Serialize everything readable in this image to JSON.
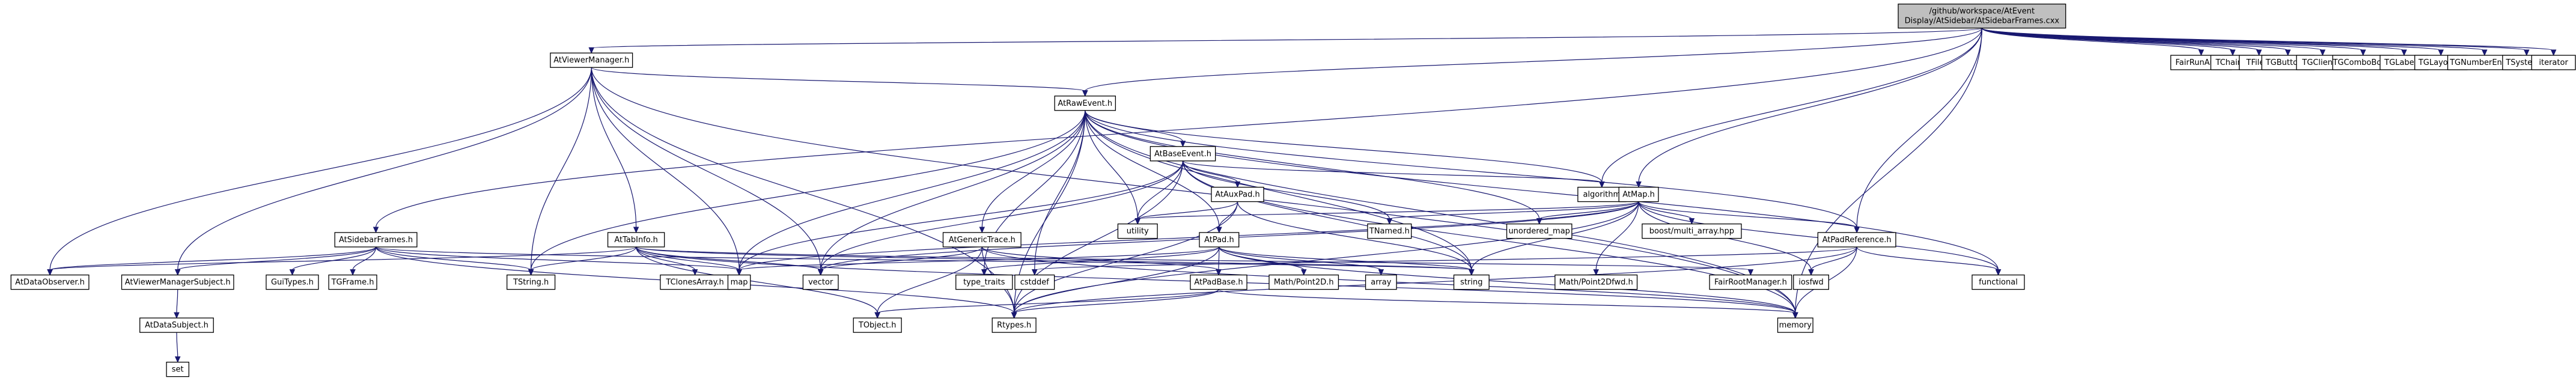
{
  "colors": {
    "edge": "#191970",
    "node_border": "#000000",
    "node_fill": "#ffffff",
    "root_fill": "#bfbfbf",
    "leaf_border": "#bfbfbf",
    "text": "#000000"
  },
  "nodes": {
    "root": {
      "lines": [
        "/github/workspace/AtEvent",
        "Display/AtSidebar/AtSidebarFrames.cxx"
      ],
      "kind": "root"
    },
    "AtViewerManager_h": {
      "lines": [
        "AtViewerManager.h"
      ],
      "kind": "doc"
    },
    "FairRunAna_h": {
      "lines": [
        "FairRunAna.h"
      ],
      "kind": "leaf"
    },
    "TChain_h": {
      "lines": [
        "TChain.h"
      ],
      "kind": "leaf"
    },
    "TFile_h": {
      "lines": [
        "TFile.h"
      ],
      "kind": "leaf"
    },
    "TGButton_h": {
      "lines": [
        "TGButton.h"
      ],
      "kind": "leaf"
    },
    "TGClient_h": {
      "lines": [
        "TGClient.h"
      ],
      "kind": "leaf"
    },
    "TGComboBox_h": {
      "lines": [
        "TGComboBox.h"
      ],
      "kind": "leaf"
    },
    "TGLabel_h": {
      "lines": [
        "TGLabel.h"
      ],
      "kind": "leaf"
    },
    "TGLayout_h": {
      "lines": [
        "TGLayout.h"
      ],
      "kind": "leaf"
    },
    "TGNumberEntry_h": {
      "lines": [
        "TGNumberEntry.h"
      ],
      "kind": "leaf"
    },
    "TSystem_h": {
      "lines": [
        "TSystem.h"
      ],
      "kind": "leaf"
    },
    "iterator": {
      "lines": [
        "iterator"
      ],
      "kind": "leaf"
    },
    "AtRawEvent_h": {
      "lines": [
        "AtRawEvent.h"
      ],
      "kind": "doc"
    },
    "AtBaseEvent_h": {
      "lines": [
        "AtBaseEvent.h"
      ],
      "kind": "doc"
    },
    "algorithm": {
      "lines": [
        "algorithm"
      ],
      "kind": "leaf"
    },
    "AtMap_h": {
      "lines": [
        "AtMap.h"
      ],
      "kind": "doc"
    },
    "AtAuxPad_h": {
      "lines": [
        "AtAuxPad.h"
      ],
      "kind": "doc"
    },
    "utility": {
      "lines": [
        "utility"
      ],
      "kind": "leaf"
    },
    "TNamed_h": {
      "lines": [
        "TNamed.h"
      ],
      "kind": "leaf"
    },
    "unordered_map": {
      "lines": [
        "unordered_map"
      ],
      "kind": "leaf"
    },
    "boost_multi_array_hpp": {
      "lines": [
        "boost/multi_array.hpp"
      ],
      "kind": "leaf"
    },
    "AtSidebarFrames_h": {
      "lines": [
        "AtSidebarFrames.h"
      ],
      "kind": "doc"
    },
    "AtTabInfo_h": {
      "lines": [
        "AtTabInfo.h"
      ],
      "kind": "doc"
    },
    "AtGenericTrace_h": {
      "lines": [
        "AtGenericTrace.h"
      ],
      "kind": "doc"
    },
    "AtPad_h": {
      "lines": [
        "AtPad.h"
      ],
      "kind": "doc"
    },
    "AtPadReference_h": {
      "lines": [
        "AtPadReference.h"
      ],
      "kind": "doc"
    },
    "AtDataObserver_h": {
      "lines": [
        "AtDataObserver.h"
      ],
      "kind": "doc"
    },
    "AtViewerManagerSubject_h": {
      "lines": [
        "AtViewerManagerSubject.h"
      ],
      "kind": "doc"
    },
    "GuiTypes_h": {
      "lines": [
        "GuiTypes.h"
      ],
      "kind": "leaf"
    },
    "TGFrame_h": {
      "lines": [
        "TGFrame.h"
      ],
      "kind": "leaf"
    },
    "TString_h": {
      "lines": [
        "TString.h"
      ],
      "kind": "leaf"
    },
    "TClonesArray_h": {
      "lines": [
        "TClonesArray.h"
      ],
      "kind": "leaf"
    },
    "map": {
      "lines": [
        "map"
      ],
      "kind": "leaf"
    },
    "vector": {
      "lines": [
        "vector"
      ],
      "kind": "leaf"
    },
    "type_traits": {
      "lines": [
        "type_traits"
      ],
      "kind": "leaf"
    },
    "cstddef": {
      "lines": [
        "cstddef"
      ],
      "kind": "leaf"
    },
    "AtPadBase_h": {
      "lines": [
        "AtPadBase.h"
      ],
      "kind": "doc"
    },
    "Math_Point2D_h": {
      "lines": [
        "Math/Point2D.h"
      ],
      "kind": "leaf"
    },
    "array": {
      "lines": [
        "array"
      ],
      "kind": "leaf"
    },
    "string": {
      "lines": [
        "string"
      ],
      "kind": "leaf"
    },
    "Math_Point2Dfwd_h": {
      "lines": [
        "Math/Point2Dfwd.h"
      ],
      "kind": "leaf"
    },
    "FairRootManager_h": {
      "lines": [
        "FairRootManager.h"
      ],
      "kind": "leaf"
    },
    "iosfwd": {
      "lines": [
        "iosfwd"
      ],
      "kind": "leaf"
    },
    "functional": {
      "lines": [
        "functional"
      ],
      "kind": "leaf"
    },
    "AtDataSubject_h": {
      "lines": [
        "AtDataSubject.h"
      ],
      "kind": "doc"
    },
    "TObject_h": {
      "lines": [
        "TObject.h"
      ],
      "kind": "leaf"
    },
    "Rtypes_h": {
      "lines": [
        "Rtypes.h"
      ],
      "kind": "leaf"
    },
    "memory": {
      "lines": [
        "memory"
      ],
      "kind": "leaf"
    },
    "set": {
      "lines": [
        "set"
      ],
      "kind": "leaf"
    }
  },
  "edges": [
    [
      "root",
      "AtViewerManager_h"
    ],
    [
      "root",
      "FairRunAna_h"
    ],
    [
      "root",
      "TChain_h"
    ],
    [
      "root",
      "TFile_h"
    ],
    [
      "root",
      "TGButton_h"
    ],
    [
      "root",
      "TGClient_h"
    ],
    [
      "root",
      "TGComboBox_h"
    ],
    [
      "root",
      "TGLabel_h"
    ],
    [
      "root",
      "TGLayout_h"
    ],
    [
      "root",
      "TGNumberEntry_h"
    ],
    [
      "root",
      "TSystem_h"
    ],
    [
      "root",
      "iterator"
    ],
    [
      "root",
      "AtSidebarFrames_h"
    ],
    [
      "root",
      "AtRawEvent_h"
    ],
    [
      "root",
      "AtMap_h"
    ],
    [
      "root",
      "AtPadReference_h"
    ],
    [
      "root",
      "algorithm"
    ],
    [
      "root",
      "memory"
    ],
    [
      "AtViewerManager_h",
      "AtRawEvent_h"
    ],
    [
      "AtViewerManager_h",
      "AtTabInfo_h"
    ],
    [
      "AtViewerManager_h",
      "AtDataObserver_h"
    ],
    [
      "AtViewerManager_h",
      "AtViewerManagerSubject_h"
    ],
    [
      "AtViewerManager_h",
      "TString_h"
    ],
    [
      "AtViewerManager_h",
      "map"
    ],
    [
      "AtViewerManager_h",
      "vector"
    ],
    [
      "AtViewerManager_h",
      "Rtypes_h"
    ],
    [
      "AtViewerManager_h",
      "memory"
    ],
    [
      "AtRawEvent_h",
      "AtBaseEvent_h"
    ],
    [
      "AtRawEvent_h",
      "AtGenericTrace_h"
    ],
    [
      "AtRawEvent_h",
      "AtPad_h"
    ],
    [
      "AtRawEvent_h",
      "AtPadReference_h"
    ],
    [
      "AtRawEvent_h",
      "algorithm"
    ],
    [
      "AtRawEvent_h",
      "utility"
    ],
    [
      "AtRawEvent_h",
      "unordered_map"
    ],
    [
      "AtRawEvent_h",
      "map"
    ],
    [
      "AtRawEvent_h",
      "vector"
    ],
    [
      "AtRawEvent_h",
      "type_traits"
    ],
    [
      "AtRawEvent_h",
      "cstddef"
    ],
    [
      "AtRawEvent_h",
      "string"
    ],
    [
      "AtRawEvent_h",
      "TString_h"
    ],
    [
      "AtRawEvent_h",
      "Rtypes_h"
    ],
    [
      "AtRawEvent_h",
      "memory"
    ],
    [
      "AtRawEvent_h",
      "functional"
    ],
    [
      "AtBaseEvent_h",
      "AtAuxPad_h"
    ],
    [
      "AtBaseEvent_h",
      "TNamed_h"
    ],
    [
      "AtBaseEvent_h",
      "utility"
    ],
    [
      "AtBaseEvent_h",
      "map"
    ],
    [
      "AtBaseEvent_h",
      "vector"
    ],
    [
      "AtBaseEvent_h",
      "string"
    ],
    [
      "AtBaseEvent_h",
      "Rtypes_h"
    ],
    [
      "AtBaseEvent_h",
      "memory"
    ],
    [
      "AtBaseEvent_h",
      "algorithm"
    ],
    [
      "AtAuxPad_h",
      "AtPad_h"
    ],
    [
      "AtAuxPad_h",
      "string"
    ],
    [
      "AtAuxPad_h",
      "Rtypes_h"
    ],
    [
      "AtAuxPad_h",
      "utility"
    ],
    [
      "AtMap_h",
      "AtPadReference_h"
    ],
    [
      "AtMap_h",
      "TNamed_h"
    ],
    [
      "AtMap_h",
      "unordered_map"
    ],
    [
      "AtMap_h",
      "boost_multi_array_hpp"
    ],
    [
      "AtMap_h",
      "utility"
    ],
    [
      "AtMap_h",
      "map"
    ],
    [
      "AtMap_h",
      "string"
    ],
    [
      "AtMap_h",
      "vector"
    ],
    [
      "AtMap_h",
      "Math_Point2Dfwd_h"
    ],
    [
      "AtMap_h",
      "Rtypes_h"
    ],
    [
      "AtMap_h",
      "iosfwd"
    ],
    [
      "AtMap_h",
      "functional"
    ],
    [
      "AtSidebarFrames_h",
      "AtDataObserver_h"
    ],
    [
      "AtSidebarFrames_h",
      "AtViewerManagerSubject_h"
    ],
    [
      "AtSidebarFrames_h",
      "GuiTypes_h"
    ],
    [
      "AtSidebarFrames_h",
      "TGFrame_h"
    ],
    [
      "AtSidebarFrames_h",
      "TString_h"
    ],
    [
      "AtSidebarFrames_h",
      "map"
    ],
    [
      "AtSidebarFrames_h",
      "Rtypes_h"
    ],
    [
      "AtSidebarFrames_h",
      "string"
    ],
    [
      "AtTabInfo_h",
      "AtDataObserver_h"
    ],
    [
      "AtTabInfo_h",
      "TString_h"
    ],
    [
      "AtTabInfo_h",
      "TClonesArray_h"
    ],
    [
      "AtTabInfo_h",
      "map"
    ],
    [
      "AtTabInfo_h",
      "vector"
    ],
    [
      "AtTabInfo_h",
      "string"
    ],
    [
      "AtTabInfo_h",
      "TObject_h"
    ],
    [
      "AtTabInfo_h",
      "FairRootManager_h"
    ],
    [
      "AtTabInfo_h",
      "memory"
    ],
    [
      "AtGenericTrace_h",
      "AtPadBase_h"
    ],
    [
      "AtGenericTrace_h",
      "vector"
    ],
    [
      "AtGenericTrace_h",
      "TObject_h"
    ],
    [
      "AtGenericTrace_h",
      "Rtypes_h"
    ],
    [
      "AtGenericTrace_h",
      "memory"
    ],
    [
      "AtPad_h",
      "AtPadBase_h"
    ],
    [
      "AtPad_h",
      "Math_Point2D_h"
    ],
    [
      "AtPad_h",
      "array"
    ],
    [
      "AtPad_h",
      "string"
    ],
    [
      "AtPad_h",
      "map"
    ],
    [
      "AtPad_h",
      "type_traits"
    ],
    [
      "AtPad_h",
      "Rtypes_h"
    ],
    [
      "AtPad_h",
      "memory"
    ],
    [
      "AtPadReference_h",
      "Rtypes_h"
    ],
    [
      "AtPadReference_h",
      "functional"
    ],
    [
      "AtPadReference_h",
      "iosfwd"
    ],
    [
      "AtPadReference_h",
      "cstddef"
    ],
    [
      "AtPadReference_h",
      "memory"
    ],
    [
      "AtPadBase_h",
      "TObject_h"
    ],
    [
      "AtPadBase_h",
      "Rtypes_h"
    ],
    [
      "AtPadBase_h",
      "memory"
    ],
    [
      "AtViewerManagerSubject_h",
      "AtDataSubject_h"
    ],
    [
      "AtDataSubject_h",
      "set"
    ]
  ]
}
